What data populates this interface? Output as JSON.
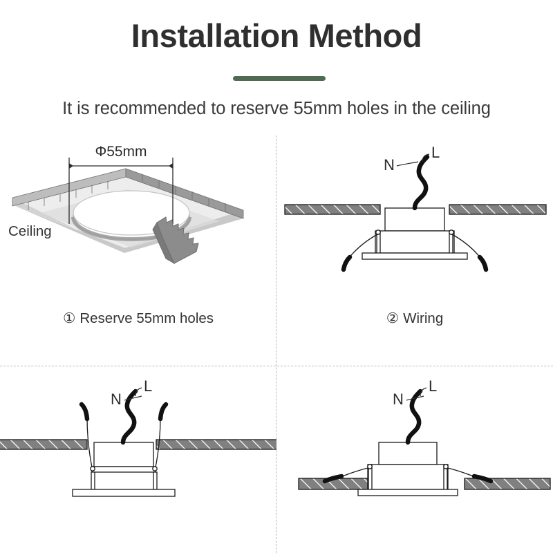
{
  "header": {
    "title": "Installation Method",
    "subtitle": "It is recommended to reserve 55mm holes in the ceiling",
    "accent_color": "#4f6b52",
    "title_color": "#2f2f2f"
  },
  "panels": [
    {
      "id": "reserve-holes",
      "caption_number": "①",
      "caption_text": "Reserve 55mm holes",
      "dimension_label": "Φ55mm",
      "ceiling_label": "Ceiling",
      "tool": "hole-saw"
    },
    {
      "id": "wiring",
      "caption_number": "②",
      "caption_text": "Wiring",
      "wire_labels": {
        "neutral": "N",
        "live": "L"
      }
    },
    {
      "id": "insert-fixture",
      "wire_labels": {
        "neutral": "N",
        "live": "L"
      }
    },
    {
      "id": "fixture-installed",
      "wire_labels": {
        "neutral": "N",
        "live": "L"
      }
    }
  ],
  "colors": {
    "ceiling_fill": "#808080",
    "ceiling_outline": "#1a1a1a",
    "slab_top": "#e6e6e6",
    "slab_edge": "#a6a6a6",
    "wire": "#111111",
    "divider": "#b9b9b9"
  }
}
